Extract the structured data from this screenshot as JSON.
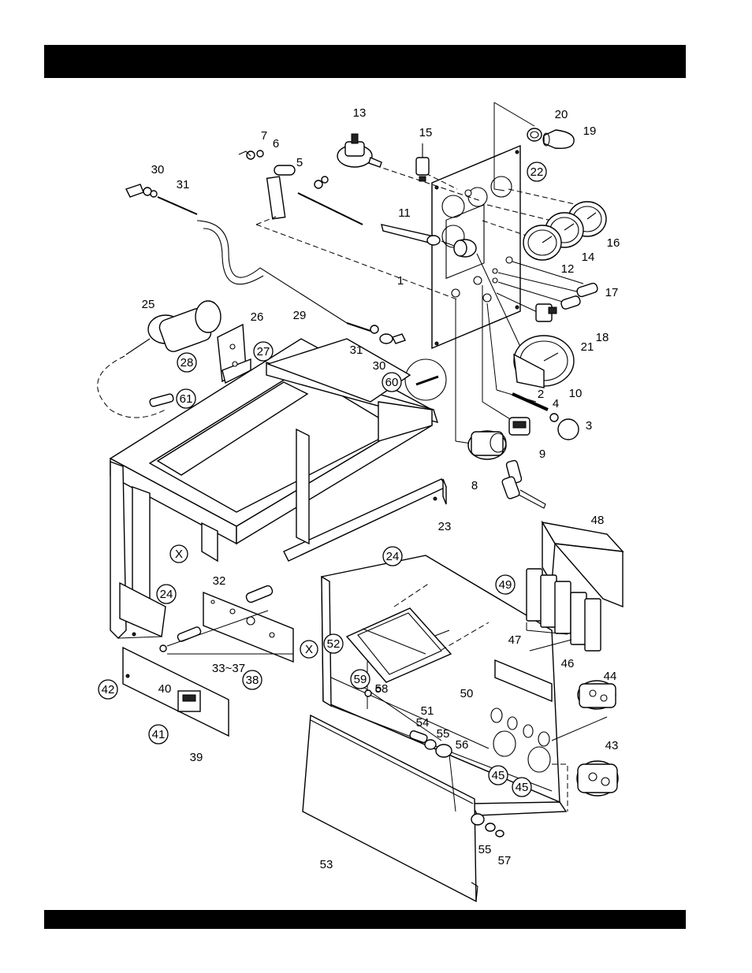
{
  "header": {
    "title": ""
  },
  "footer": {
    "text": ""
  },
  "callouts": [
    {
      "id": "1",
      "circled": false
    },
    {
      "id": "2",
      "circled": false
    },
    {
      "id": "3",
      "circled": false
    },
    {
      "id": "4",
      "circled": false
    },
    {
      "id": "5",
      "circled": false
    },
    {
      "id": "6",
      "circled": false
    },
    {
      "id": "7",
      "circled": false
    },
    {
      "id": "8",
      "circled": false
    },
    {
      "id": "9",
      "circled": false
    },
    {
      "id": "10",
      "circled": false
    },
    {
      "id": "11",
      "circled": false
    },
    {
      "id": "12",
      "circled": false
    },
    {
      "id": "13",
      "circled": false
    },
    {
      "id": "14",
      "circled": false
    },
    {
      "id": "15",
      "circled": false
    },
    {
      "id": "16",
      "circled": false
    },
    {
      "id": "17",
      "circled": false
    },
    {
      "id": "18",
      "circled": false
    },
    {
      "id": "19",
      "circled": false
    },
    {
      "id": "20",
      "circled": false
    },
    {
      "id": "21",
      "circled": false
    },
    {
      "id": "22",
      "circled": true
    },
    {
      "id": "23",
      "circled": false
    },
    {
      "id": "24a",
      "text": "24",
      "circled": true
    },
    {
      "id": "24b",
      "text": "24",
      "circled": true
    },
    {
      "id": "25",
      "circled": false
    },
    {
      "id": "26",
      "circled": false
    },
    {
      "id": "27",
      "circled": true
    },
    {
      "id": "28",
      "circled": true
    },
    {
      "id": "29",
      "circled": false
    },
    {
      "id": "30a",
      "text": "30",
      "circled": false
    },
    {
      "id": "30b",
      "text": "30",
      "circled": false
    },
    {
      "id": "31a",
      "text": "31",
      "circled": false
    },
    {
      "id": "31b",
      "text": "31",
      "circled": false
    },
    {
      "id": "32",
      "circled": false
    },
    {
      "id": "33-37",
      "text": "33~37",
      "circled": false
    },
    {
      "id": "38",
      "circled": true
    },
    {
      "id": "39",
      "circled": false
    },
    {
      "id": "40",
      "circled": false
    },
    {
      "id": "41",
      "circled": true
    },
    {
      "id": "42",
      "circled": true
    },
    {
      "id": "43",
      "circled": false
    },
    {
      "id": "44",
      "circled": false
    },
    {
      "id": "45a",
      "text": "45",
      "circled": true
    },
    {
      "id": "45b",
      "text": "45",
      "circled": true
    },
    {
      "id": "46",
      "circled": false
    },
    {
      "id": "47",
      "circled": false
    },
    {
      "id": "48",
      "circled": false
    },
    {
      "id": "49",
      "circled": true
    },
    {
      "id": "50",
      "circled": false
    },
    {
      "id": "51",
      "circled": false
    },
    {
      "id": "52",
      "circled": true
    },
    {
      "id": "53",
      "circled": false
    },
    {
      "id": "54",
      "circled": false
    },
    {
      "id": "55a",
      "text": "55",
      "circled": false
    },
    {
      "id": "55b",
      "text": "55",
      "circled": false
    },
    {
      "id": "56",
      "circled": false
    },
    {
      "id": "57",
      "circled": false
    },
    {
      "id": "58",
      "circled": false
    },
    {
      "id": "59",
      "circled": true
    },
    {
      "id": "60",
      "circled": true
    },
    {
      "id": "61",
      "circled": true
    },
    {
      "id": "Xa",
      "text": "X",
      "circled": true
    },
    {
      "id": "Xb",
      "text": "X",
      "circled": true
    }
  ]
}
